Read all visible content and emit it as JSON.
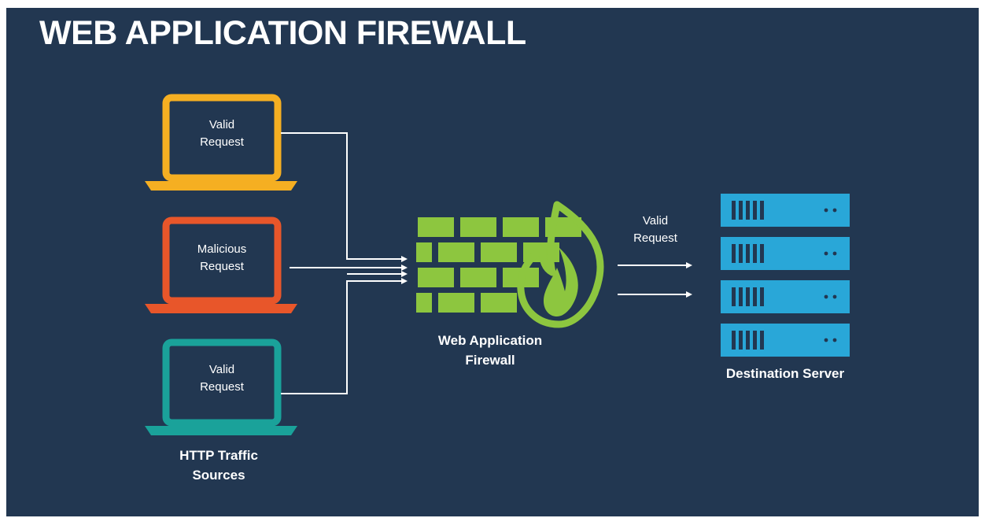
{
  "title": "WEB APPLICATION FIREWALL",
  "sources": {
    "caption_line1": "HTTP Traffic",
    "caption_line2": "Sources",
    "items": [
      {
        "line1": "Valid",
        "line2": "Request",
        "color": "#F5AF22",
        "icon": "laptop-icon"
      },
      {
        "line1": "Malicious",
        "line2": "Request",
        "color": "#E8562A",
        "icon": "laptop-icon"
      },
      {
        "line1": "Valid",
        "line2": "Request",
        "color": "#1AA29A",
        "icon": "laptop-icon"
      }
    ]
  },
  "firewall": {
    "caption_line1": "Web Application",
    "caption_line2": "Firewall",
    "brick_color": "#8DC63F",
    "icon": "brick-wall-with-flame-icon"
  },
  "flow": {
    "label_line1": "Valid",
    "label_line2": "Request",
    "arrow_color": "#FFFFFF"
  },
  "destination": {
    "caption": "Destination Server",
    "unit_count": 4,
    "unit_color": "#29A7D8",
    "icon": "server-rack-icon"
  },
  "colors": {
    "background": "#223751",
    "text": "#FFFFFF"
  }
}
